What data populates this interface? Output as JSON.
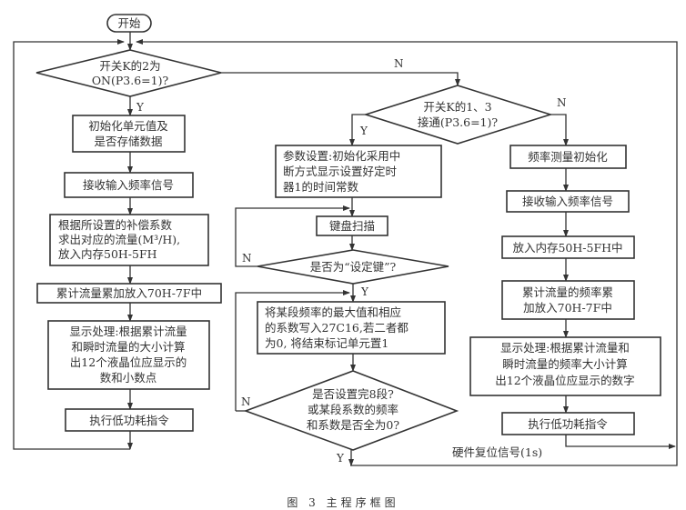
{
  "start": "开始",
  "left": {
    "decision": [
      "开关K的2为",
      "ON(P3.6=1)?"
    ],
    "yes": "Y",
    "no": "N",
    "steps": [
      [
        "初始化单元值及",
        "是否存储数据"
      ],
      [
        "接收输入频率信号"
      ],
      [
        "根据所设置的补偿系数",
        "求出对应的流量(M³/H),",
        "放入内存50H-5FH"
      ],
      [
        "累计流量累加放入70H-7F中"
      ],
      [
        "显示处理:根据累计流量",
        "和瞬时流量的大小计算",
        "出12个液晶位应显示的",
        "数和小数点"
      ],
      [
        "执行低功耗指令"
      ]
    ]
  },
  "middle": {
    "decision": [
      "开关K的1、3",
      "接通(P3.6=1)?"
    ],
    "yes": "Y",
    "no": "N",
    "setup": [
      "参数设置:初始化采用中",
      "断方式显示设置好定时",
      "器1的时间常数"
    ],
    "scan": "键盘扫描",
    "key_decision": "是否为“设定键”?",
    "key_yes": "Y",
    "key_no": "N",
    "write": [
      "将某段频率的最大值和相应",
      "的系数写入27C16,若二者都",
      "为0, 将结束标记单元置1"
    ],
    "done_decision": [
      "是否设置完8段?",
      "或某段系数的频率",
      "和系数是否全为0?"
    ],
    "done_yes": "Y",
    "done_no": "N"
  },
  "right": {
    "steps": [
      [
        "频率测量初始化"
      ],
      [
        "接收输入频率信号"
      ],
      [
        "放入内存50H-5FH中"
      ],
      [
        "累计流量的频率累",
        "加放入70H-7F中"
      ],
      [
        "显示处理:根据累计流量和",
        "瞬时流量的频率大小计算",
        "出12个液晶位应显示的数字"
      ],
      [
        "执行低功耗指令"
      ]
    ],
    "reset_label": "硬件复位信号(1s)"
  },
  "caption": "图 3 主程序框图"
}
